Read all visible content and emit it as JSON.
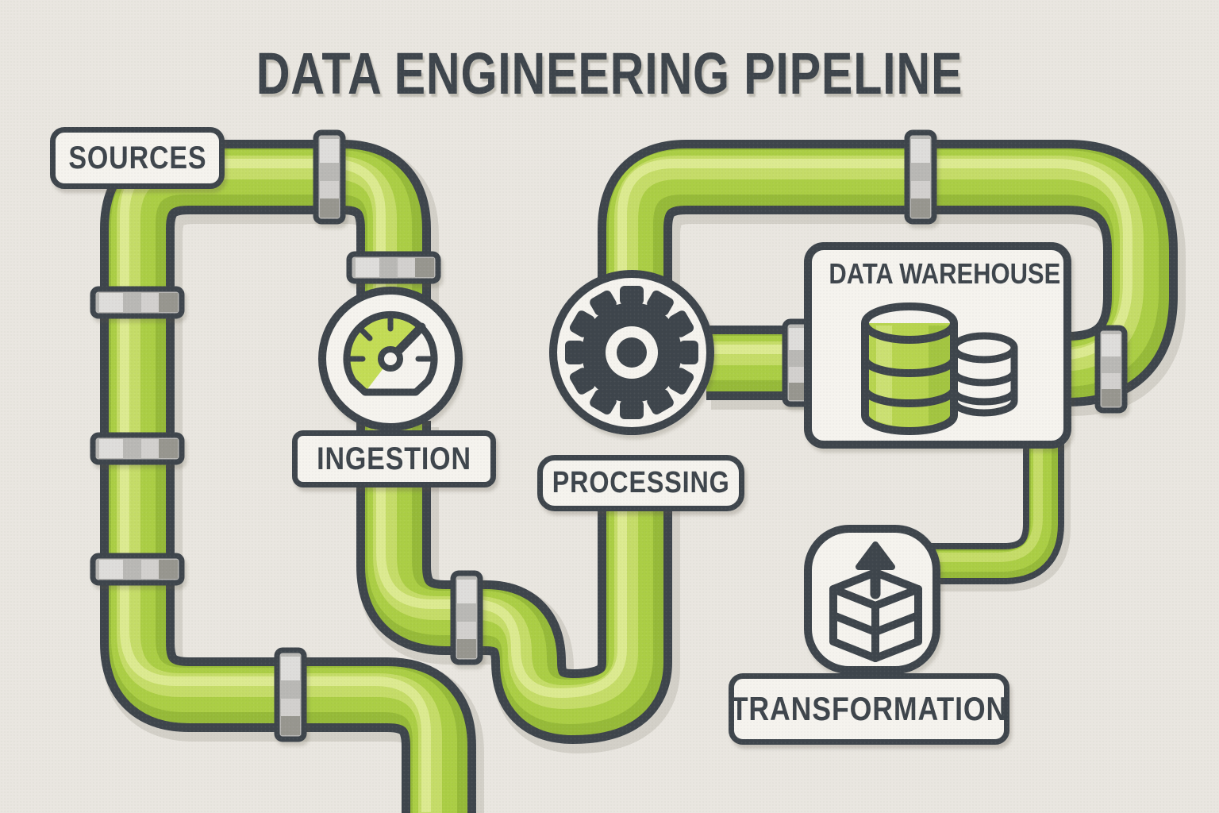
{
  "title": "DATA ENGINEERING PIPELINE",
  "stages": {
    "sources": {
      "label": "SOURCES"
    },
    "ingestion": {
      "label": "INGESTION",
      "icon": "gauge-icon"
    },
    "processing": {
      "label": "PROCESSING",
      "icon": "gear-icon"
    },
    "warehouse": {
      "label": "DATA WAREHOUSE",
      "icon": "database-icon"
    },
    "transformation": {
      "label": "TRANSFORMATION",
      "icon": "cube-arrow-up-icon"
    }
  },
  "colors": {
    "bg": "#e9e6e0",
    "outline": "#3e454c",
    "box-fill": "#f5f3ee",
    "text": "#3e454c",
    "pipe-dark": "#96ba39",
    "pipe-main": "#abce45",
    "pipe-light": "#c5dc68",
    "pipe-lighter": "#dcea90",
    "metal-light": "#dedddb",
    "metal-mid": "#b9b8b5",
    "metal-dark": "#97968f",
    "dial-green": "#c3dc55",
    "panel-gray": "#aaa9a4",
    "cyl-top": "#c6dd63",
    "cyl-body": "#b7d44f"
  }
}
